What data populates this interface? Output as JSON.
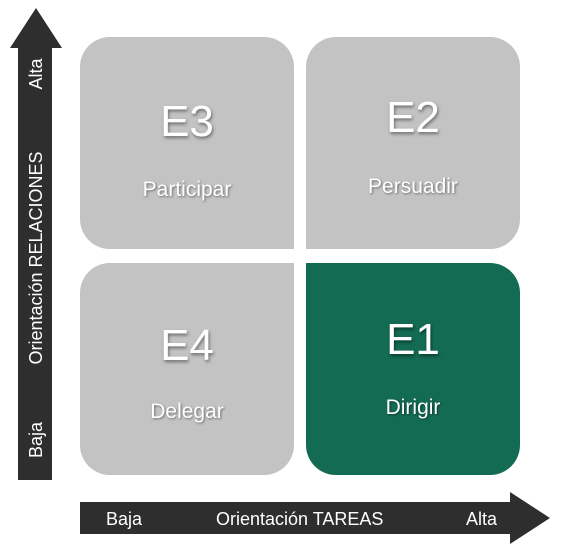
{
  "quadrants": {
    "e3": {
      "code": "E3",
      "label": "Participar"
    },
    "e2": {
      "code": "E2",
      "label": "Persuadir"
    },
    "e4": {
      "code": "E4",
      "label": "Delegar"
    },
    "e1": {
      "code": "E1",
      "label": "Dirigir"
    }
  },
  "y_axis": {
    "title": "Orientación RELACIONES",
    "low": "Baja",
    "high": "Alta"
  },
  "x_axis": {
    "title": "Orientación TAREAS",
    "low": "Baja",
    "high": "Alta"
  },
  "colors": {
    "quadrant_default": "#c3c3c3",
    "quadrant_highlight": "#136b53",
    "arrow": "#2e2e2e",
    "text": "#ffffff"
  }
}
